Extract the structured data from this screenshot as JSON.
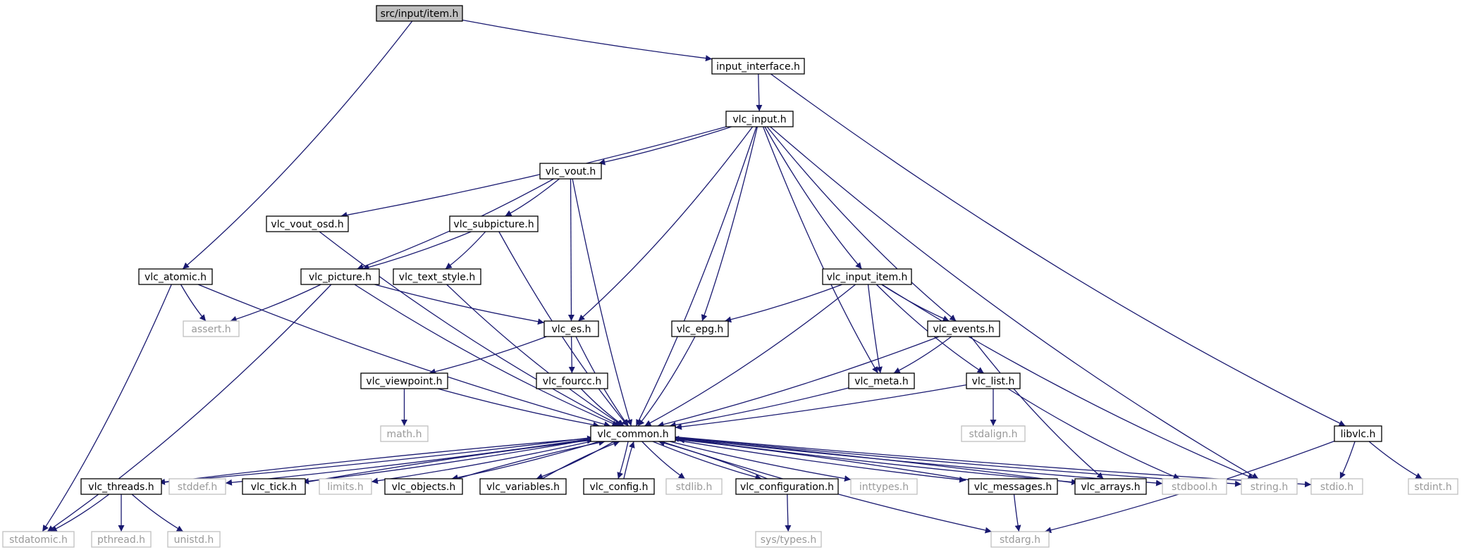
{
  "diagram": {
    "colors": {
      "edge": "#191970",
      "root_fill": "#bfbfbf",
      "node_fill": "#ffffff",
      "documented_stroke": "#000000",
      "external_stroke": "#bfbfbf",
      "external_text": "#999999",
      "text": "#000000"
    },
    "nodes": [
      {
        "id": "item",
        "label": "src/input/item.h",
        "kind": "root"
      },
      {
        "id": "input_interface",
        "label": "input_interface.h",
        "kind": "doc"
      },
      {
        "id": "vlc_input",
        "label": "vlc_input.h",
        "kind": "doc"
      },
      {
        "id": "vlc_atomic",
        "label": "vlc_atomic.h",
        "kind": "doc"
      },
      {
        "id": "libvlc",
        "label": "libvlc.h",
        "kind": "doc"
      },
      {
        "id": "vlc_vout",
        "label": "vlc_vout.h",
        "kind": "doc"
      },
      {
        "id": "vlc_vout_osd",
        "label": "vlc_vout_osd.h",
        "kind": "doc"
      },
      {
        "id": "vlc_subpicture",
        "label": "vlc_subpicture.h",
        "kind": "doc"
      },
      {
        "id": "vlc_picture",
        "label": "vlc_picture.h",
        "kind": "doc"
      },
      {
        "id": "vlc_text_style",
        "label": "vlc_text_style.h",
        "kind": "doc"
      },
      {
        "id": "vlc_input_item",
        "label": "vlc_input_item.h",
        "kind": "doc"
      },
      {
        "id": "vlc_es",
        "label": "vlc_es.h",
        "kind": "doc"
      },
      {
        "id": "vlc_epg",
        "label": "vlc_epg.h",
        "kind": "doc"
      },
      {
        "id": "vlc_events",
        "label": "vlc_events.h",
        "kind": "doc"
      },
      {
        "id": "assert",
        "label": "assert.h",
        "kind": "ext"
      },
      {
        "id": "vlc_viewpoint",
        "label": "vlc_viewpoint.h",
        "kind": "doc"
      },
      {
        "id": "vlc_fourcc",
        "label": "vlc_fourcc.h",
        "kind": "doc"
      },
      {
        "id": "vlc_meta",
        "label": "vlc_meta.h",
        "kind": "doc"
      },
      {
        "id": "vlc_list",
        "label": "vlc_list.h",
        "kind": "doc"
      },
      {
        "id": "math",
        "label": "math.h",
        "kind": "ext"
      },
      {
        "id": "vlc_common",
        "label": "vlc_common.h",
        "kind": "doc"
      },
      {
        "id": "stdalign",
        "label": "stdalign.h",
        "kind": "ext"
      },
      {
        "id": "vlc_threads",
        "label": "vlc_threads.h",
        "kind": "doc"
      },
      {
        "id": "stddef",
        "label": "stddef.h",
        "kind": "ext"
      },
      {
        "id": "vlc_tick",
        "label": "vlc_tick.h",
        "kind": "doc"
      },
      {
        "id": "limits",
        "label": "limits.h",
        "kind": "ext"
      },
      {
        "id": "vlc_objects",
        "label": "vlc_objects.h",
        "kind": "doc"
      },
      {
        "id": "vlc_variables",
        "label": "vlc_variables.h",
        "kind": "doc"
      },
      {
        "id": "vlc_config",
        "label": "vlc_config.h",
        "kind": "doc"
      },
      {
        "id": "stdlib",
        "label": "stdlib.h",
        "kind": "ext"
      },
      {
        "id": "vlc_configuration",
        "label": "vlc_configuration.h",
        "kind": "doc"
      },
      {
        "id": "inttypes",
        "label": "inttypes.h",
        "kind": "ext"
      },
      {
        "id": "vlc_messages",
        "label": "vlc_messages.h",
        "kind": "doc"
      },
      {
        "id": "vlc_arrays",
        "label": "vlc_arrays.h",
        "kind": "doc"
      },
      {
        "id": "stdbool",
        "label": "stdbool.h",
        "kind": "ext"
      },
      {
        "id": "string",
        "label": "string.h",
        "kind": "ext"
      },
      {
        "id": "stdio",
        "label": "stdio.h",
        "kind": "ext"
      },
      {
        "id": "stdint",
        "label": "stdint.h",
        "kind": "ext"
      },
      {
        "id": "stdatomic",
        "label": "stdatomic.h",
        "kind": "ext"
      },
      {
        "id": "pthread",
        "label": "pthread.h",
        "kind": "ext"
      },
      {
        "id": "unistd",
        "label": "unistd.h",
        "kind": "ext"
      },
      {
        "id": "sys_types",
        "label": "sys/types.h",
        "kind": "ext"
      },
      {
        "id": "stdarg",
        "label": "stdarg.h",
        "kind": "ext"
      }
    ],
    "edges": [
      [
        "item",
        "input_interface"
      ],
      [
        "item",
        "vlc_atomic"
      ],
      [
        "input_interface",
        "vlc_input"
      ],
      [
        "input_interface",
        "libvlc"
      ],
      [
        "vlc_input",
        "vlc_vout"
      ],
      [
        "vlc_input",
        "vlc_vout_osd"
      ],
      [
        "vlc_input",
        "vlc_es"
      ],
      [
        "vlc_input",
        "vlc_epg"
      ],
      [
        "vlc_input",
        "vlc_common"
      ],
      [
        "vlc_input",
        "vlc_meta"
      ],
      [
        "vlc_input",
        "vlc_input_item"
      ],
      [
        "vlc_input",
        "vlc_events"
      ],
      [
        "vlc_input",
        "string"
      ],
      [
        "vlc_vout",
        "vlc_picture"
      ],
      [
        "vlc_vout",
        "vlc_subpicture"
      ],
      [
        "vlc_vout",
        "vlc_es"
      ],
      [
        "vlc_vout",
        "vlc_common"
      ],
      [
        "vlc_vout_osd",
        "vlc_common"
      ],
      [
        "vlc_subpicture",
        "vlc_picture"
      ],
      [
        "vlc_subpicture",
        "vlc_text_style"
      ],
      [
        "vlc_subpicture",
        "vlc_common"
      ],
      [
        "vlc_picture",
        "assert"
      ],
      [
        "vlc_picture",
        "vlc_es"
      ],
      [
        "vlc_picture",
        "vlc_common"
      ],
      [
        "vlc_picture",
        "stdatomic"
      ],
      [
        "vlc_text_style",
        "vlc_common"
      ],
      [
        "vlc_atomic",
        "assert"
      ],
      [
        "vlc_atomic",
        "vlc_common"
      ],
      [
        "vlc_atomic",
        "stdatomic"
      ],
      [
        "vlc_input_item",
        "vlc_epg"
      ],
      [
        "vlc_input_item",
        "vlc_events"
      ],
      [
        "vlc_input_item",
        "vlc_meta"
      ],
      [
        "vlc_input_item",
        "vlc_list"
      ],
      [
        "vlc_input_item",
        "vlc_common"
      ],
      [
        "vlc_input_item",
        "string"
      ],
      [
        "vlc_es",
        "vlc_viewpoint"
      ],
      [
        "vlc_es",
        "vlc_fourcc"
      ],
      [
        "vlc_es",
        "vlc_common"
      ],
      [
        "vlc_epg",
        "vlc_common"
      ],
      [
        "vlc_events",
        "vlc_meta"
      ],
      [
        "vlc_events",
        "vlc_common"
      ],
      [
        "vlc_events",
        "vlc_arrays"
      ],
      [
        "vlc_viewpoint",
        "math"
      ],
      [
        "vlc_viewpoint",
        "vlc_common"
      ],
      [
        "vlc_fourcc",
        "vlc_common"
      ],
      [
        "vlc_meta",
        "vlc_common"
      ],
      [
        "vlc_list",
        "vlc_common"
      ],
      [
        "vlc_list",
        "stdalign"
      ],
      [
        "vlc_list",
        "stdbool"
      ],
      [
        "vlc_common",
        "vlc_threads"
      ],
      [
        "vlc_common",
        "stddef"
      ],
      [
        "vlc_common",
        "vlc_tick"
      ],
      [
        "vlc_common",
        "limits"
      ],
      [
        "vlc_common",
        "vlc_objects"
      ],
      [
        "vlc_common",
        "vlc_variables"
      ],
      [
        "vlc_common",
        "vlc_config"
      ],
      [
        "vlc_common",
        "stdlib"
      ],
      [
        "vlc_common",
        "vlc_configuration"
      ],
      [
        "vlc_common",
        "inttypes"
      ],
      [
        "vlc_common",
        "vlc_messages"
      ],
      [
        "vlc_common",
        "vlc_arrays"
      ],
      [
        "vlc_common",
        "stdbool"
      ],
      [
        "vlc_common",
        "string"
      ],
      [
        "vlc_common",
        "stdio"
      ],
      [
        "vlc_common",
        "stdarg"
      ],
      [
        "vlc_threads",
        "vlc_common"
      ],
      [
        "vlc_threads",
        "stdatomic"
      ],
      [
        "vlc_threads",
        "pthread"
      ],
      [
        "vlc_threads",
        "unistd"
      ],
      [
        "vlc_tick",
        "vlc_common"
      ],
      [
        "vlc_objects",
        "vlc_common"
      ],
      [
        "vlc_variables",
        "vlc_common"
      ],
      [
        "vlc_config",
        "vlc_common"
      ],
      [
        "vlc_configuration",
        "vlc_common"
      ],
      [
        "vlc_configuration",
        "sys_types"
      ],
      [
        "vlc_messages",
        "vlc_common"
      ],
      [
        "vlc_messages",
        "stdarg"
      ],
      [
        "vlc_arrays",
        "vlc_common"
      ],
      [
        "libvlc",
        "stdio"
      ],
      [
        "libvlc",
        "stdint"
      ],
      [
        "libvlc",
        "stdarg"
      ]
    ]
  }
}
